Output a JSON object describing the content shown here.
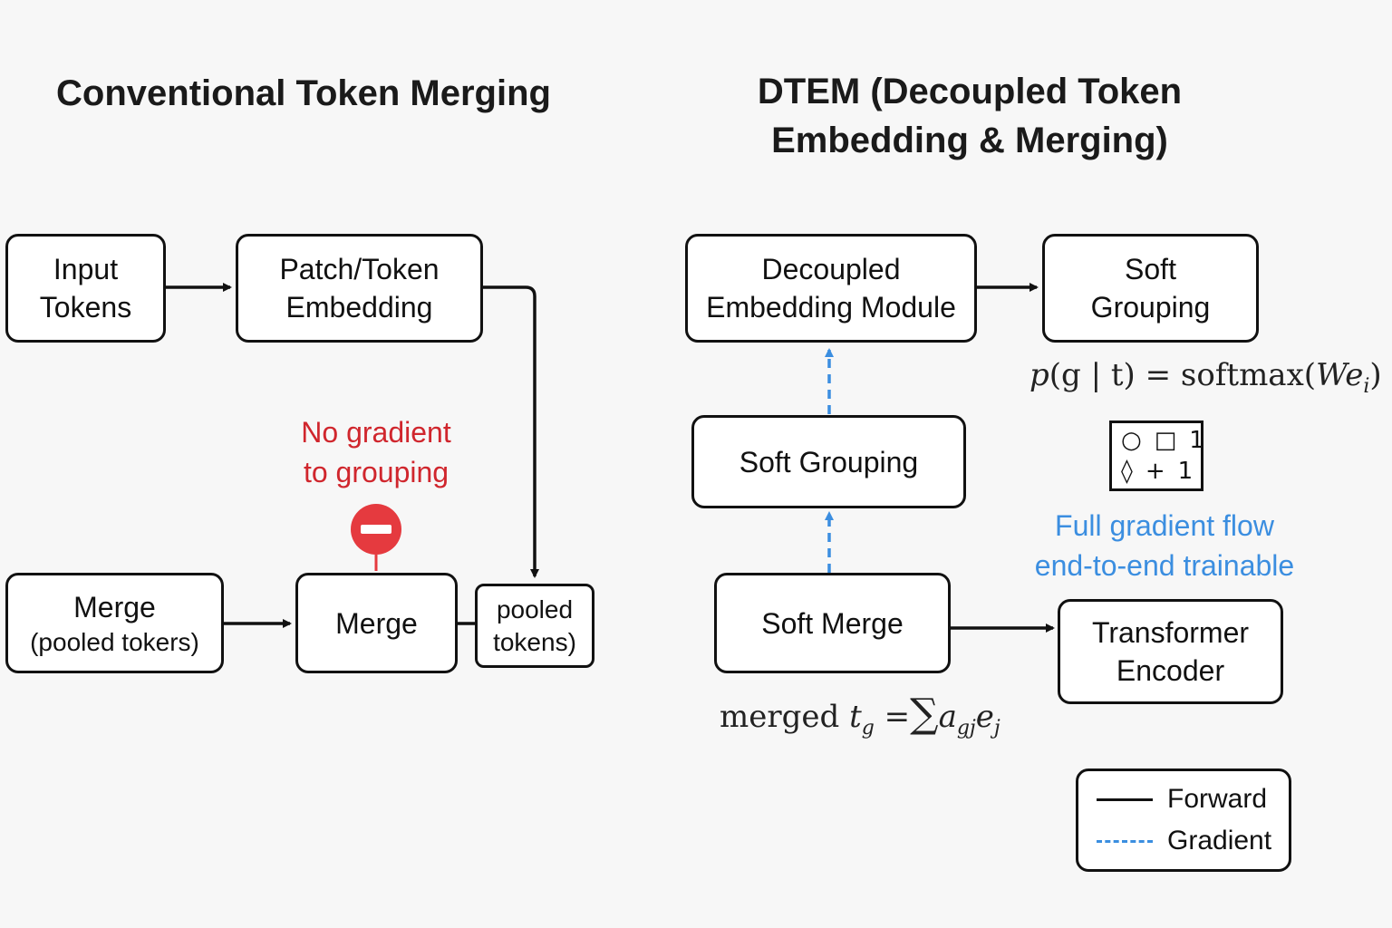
{
  "left": {
    "title": "Conventional Token Merging",
    "boxes": {
      "input_tokens": [
        "Input",
        "Tokens"
      ],
      "patch_embedding": [
        "Patch/Token",
        "Embedding"
      ],
      "merge_pooled": [
        "Merge",
        "(pooled tokers)"
      ],
      "merge": [
        "Merge"
      ],
      "pooled_tokens": [
        "pooled",
        "tokens)"
      ]
    },
    "no_gradient_note": [
      "No gradient",
      "to grouping"
    ],
    "stop_icon": "no-entry-icon"
  },
  "right": {
    "title": [
      "DTEM (Decoupled Token",
      "Embedding & Merging)"
    ],
    "boxes": {
      "decoupled_module": [
        "Decoupled",
        "Embedding Module"
      ],
      "soft_grouping_top": [
        "Soft",
        "Grouping"
      ],
      "soft_grouping_mid": [
        "Soft Grouping"
      ],
      "soft_merge": [
        "Soft Merge"
      ],
      "transformer_encoder": [
        "Transformer",
        "Encoder"
      ]
    },
    "formula_grouping": {
      "lhs": "p",
      "args": "(g | t)",
      "eq": " = softmax(",
      "w": "W",
      "e": "e",
      "sub": "i",
      "close": ")"
    },
    "formula_merge": {
      "prefix": "merged ",
      "t": "t",
      "t_sub": "g",
      "eq": " =",
      "sum": "∑",
      "a": "a",
      "a_sub": "gj",
      "e": "e",
      "e_sub": "j"
    },
    "symbol_grid": {
      "row1": [
        "○",
        "□",
        "1"
      ],
      "row2": [
        "◊",
        "+",
        "1"
      ]
    },
    "full_gradient_note": [
      "Full gradient flow",
      "end-to-end trainable"
    ]
  },
  "legend": {
    "forward": "Forward",
    "gradient": "Gradient"
  },
  "colors": {
    "forward": "#111111",
    "gradient": "#3b8ee0",
    "warning": "#d0262d",
    "stop": "#e53a3f"
  }
}
